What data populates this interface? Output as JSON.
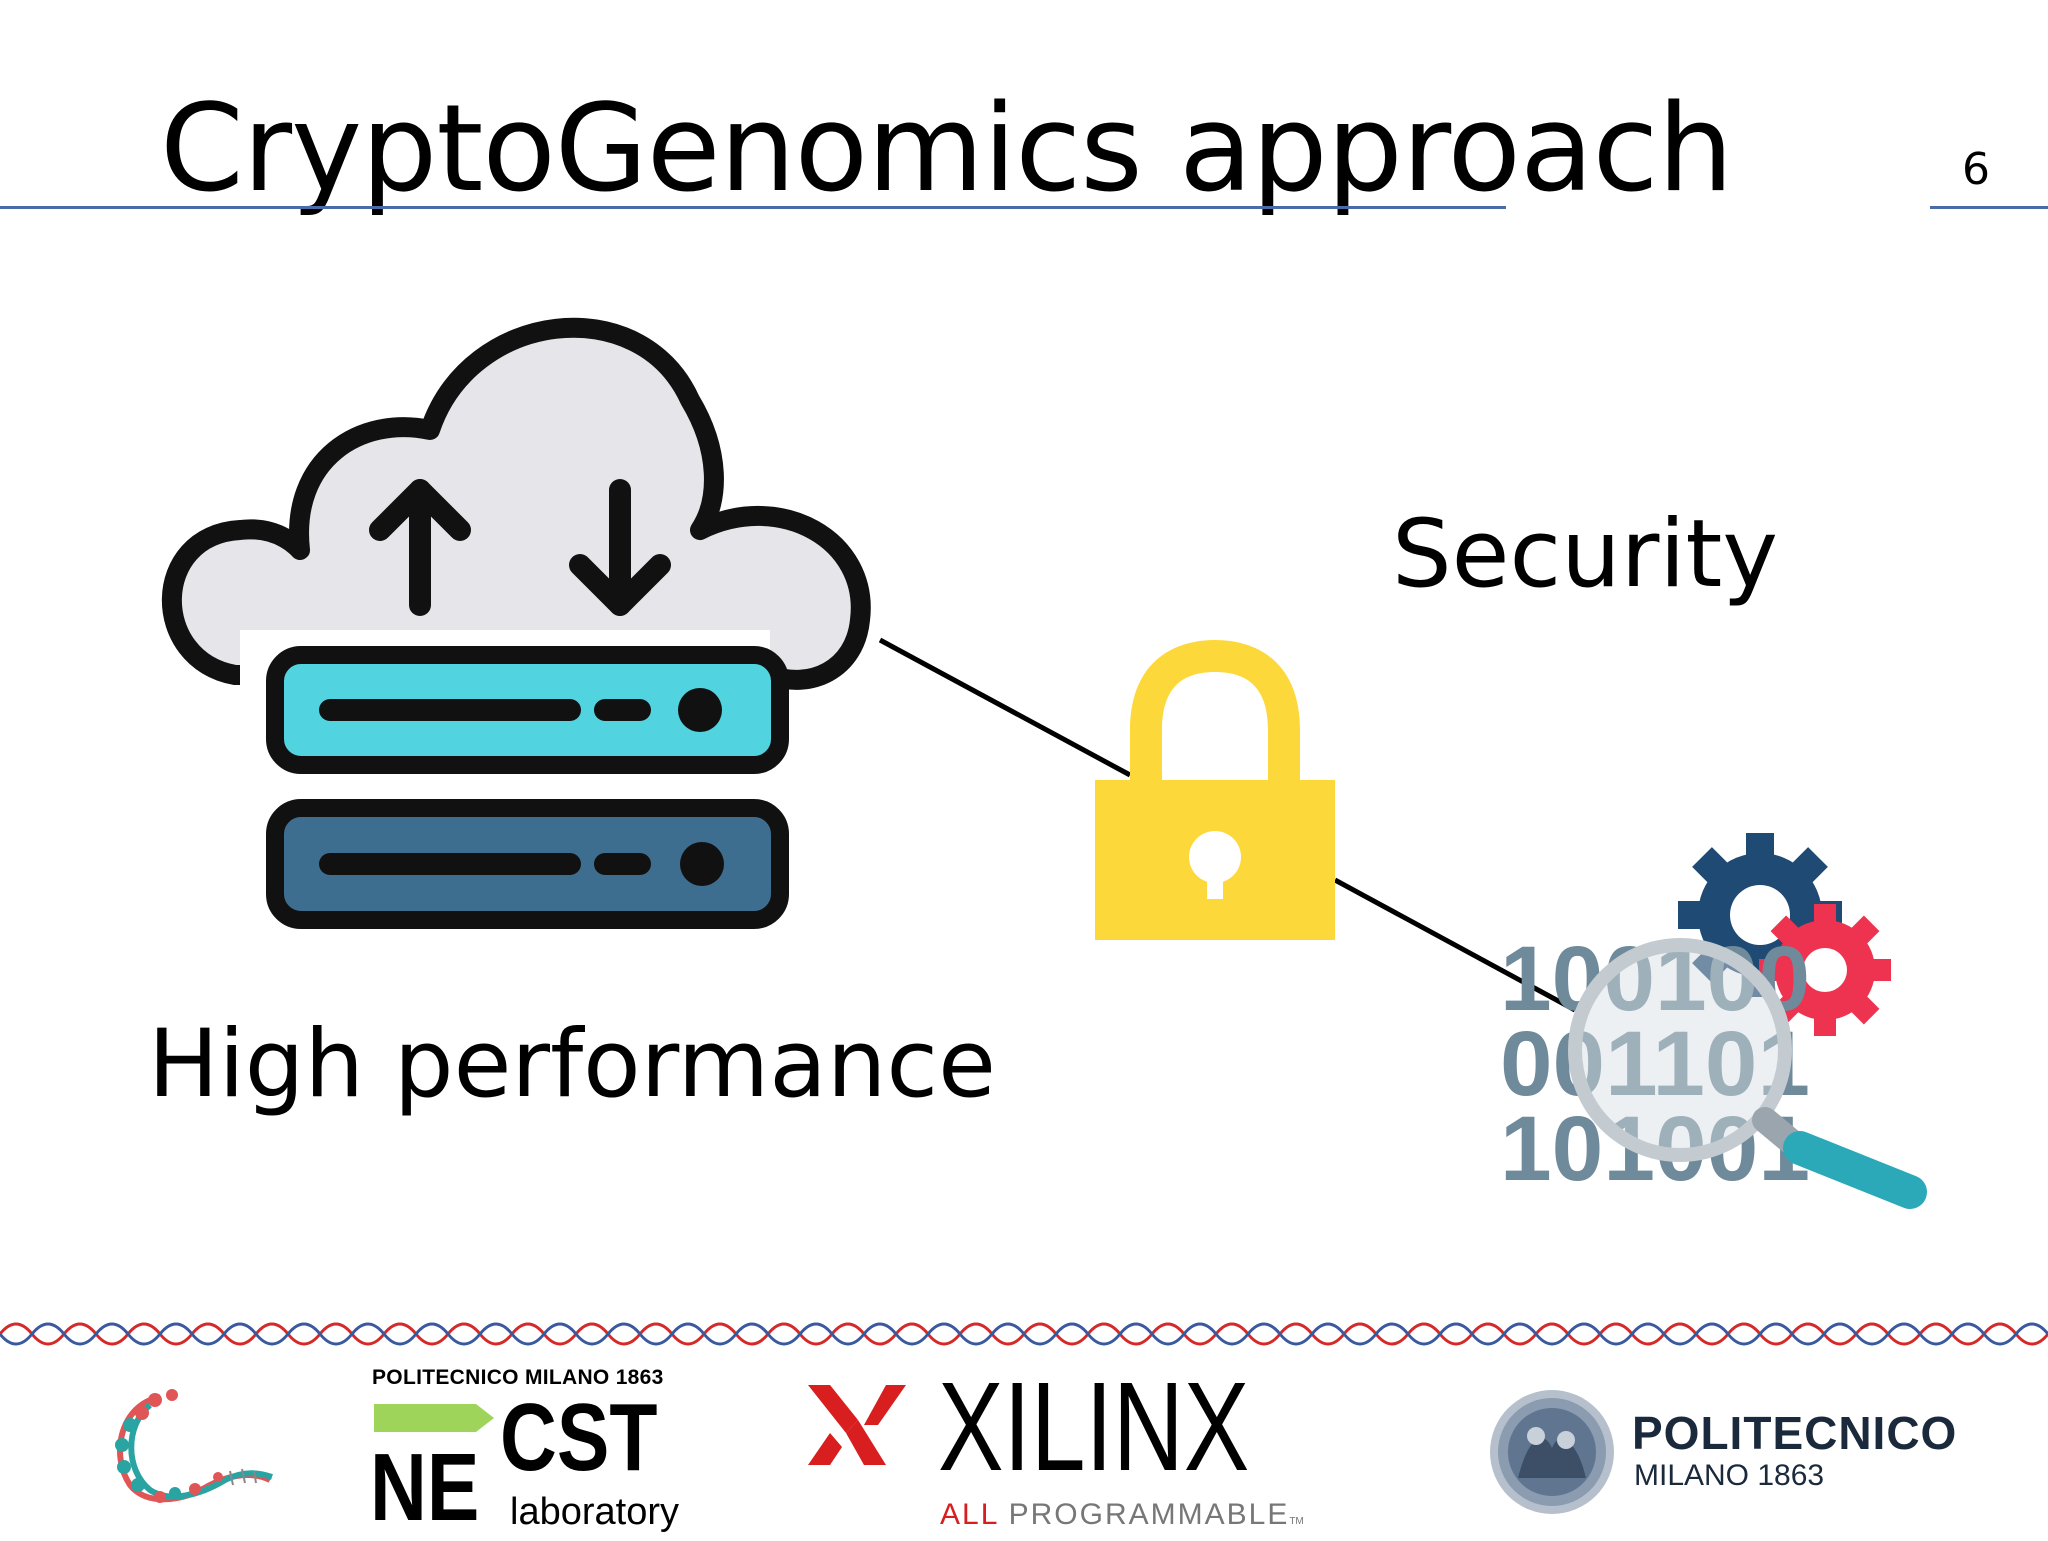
{
  "slide": {
    "title": "CryptoGenomics approach",
    "page_number": "6"
  },
  "labels": {
    "high_performance": "High performance",
    "security": "Security"
  },
  "binary_rows": [
    "100100",
    "001101",
    "101001"
  ],
  "logos": {
    "necst_header": "POLITECNICO MILANO 1863",
    "necst_ne": "NE",
    "necst_cst": "CST",
    "necst_sub": "laboratory",
    "xilinx_name": "XILINX",
    "xilinx_all": "ALL",
    "xilinx_programmable": "PROGRAMMABLE",
    "xilinx_tm": "TM",
    "polimi_name": "POLITECNICO",
    "polimi_sub": "MILANO 1863"
  },
  "icons": {
    "cloud": "cloud-server-icon",
    "lock": "padlock-icon",
    "binary": "binary-magnifier-icon",
    "dna": "dna-helix-icon"
  },
  "colors": {
    "title_rule": "#4a6aa8",
    "cloud_fill": "#e6e5ea",
    "server_top": "#52d4e0",
    "server_bottom": "#3e6e8f",
    "lock": "#fdd83a",
    "gear_blue": "#1f4a73",
    "gear_red": "#ee3350",
    "binary": "#6f8a9a",
    "xilinx_red": "#d81e1e",
    "helix_red": "#d42a2a",
    "helix_blue": "#3a5aa0"
  }
}
